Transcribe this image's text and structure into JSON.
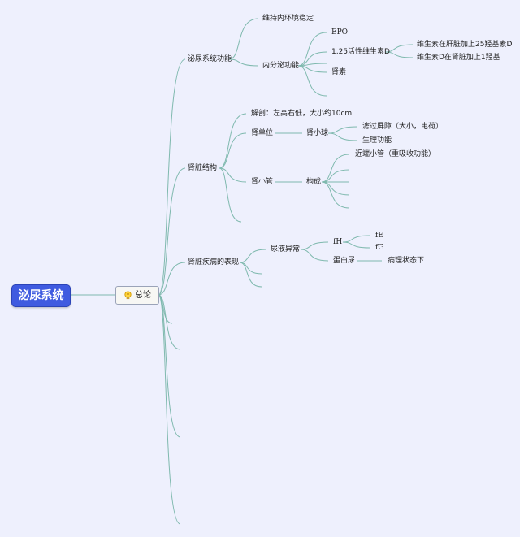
{
  "root": "泌尿系统",
  "topic": {
    "label": "总论",
    "icon": "lightbulb-icon"
  },
  "branches": [
    {
      "label": "泌尿系统功能",
      "children": [
        {
          "label": "维持内环境稳定"
        },
        {
          "label": "内分泌功能",
          "children": [
            {
              "label": "EPO"
            },
            {
              "label": "1,25活性维生素D",
              "children": [
                {
                  "label": "维生素在肝脏加上25羟基素D"
                },
                {
                  "label": "维生素D在肾脏加上1羟基"
                }
              ]
            },
            {
              "label": ""
            },
            {
              "label": "肾素"
            },
            {
              "label": ""
            }
          ]
        }
      ]
    },
    {
      "label": "肾脏结构",
      "children": [
        {
          "label": "解剖：左高右低，大小约10cm"
        },
        {
          "label": "肾单位",
          "children": [
            {
              "label": "肾小球",
              "children": [
                {
                  "label": "滤过屏障（大小，电荷）"
                },
                {
                  "label": "生理功能"
                }
              ]
            }
          ]
        },
        {
          "label": "肾小管",
          "children": [
            {
              "label": "构成",
              "children": [
                {
                  "label": "近端小管（重吸收功能）"
                },
                {
                  "label": ""
                },
                {
                  "label": ""
                },
                {
                  "label": ""
                },
                {
                  "label": ""
                }
              ]
            }
          ]
        },
        {
          "label": ""
        }
      ]
    },
    {
      "label": "肾脏疾病的表现",
      "children": [
        {
          "label": "尿液异常",
          "children": [
            {
              "label": "fH",
              "children": [
                {
                  "label": "fE"
                },
                {
                  "label": "fG"
                }
              ]
            },
            {
              "label": "蛋白尿",
              "children": [
                {
                  "label": "病理状态下"
                }
              ]
            }
          ]
        },
        {
          "label": ""
        },
        {
          "label": ""
        }
      ]
    },
    {
      "label": ""
    },
    {
      "label": ""
    },
    {
      "label": ""
    },
    {
      "label": ""
    },
    {
      "label": ""
    }
  ],
  "colors": {
    "background": "#eef0fd",
    "line": "#7fb9ae",
    "root_fill": "#3f5be0",
    "root_text": "#ffffff"
  }
}
